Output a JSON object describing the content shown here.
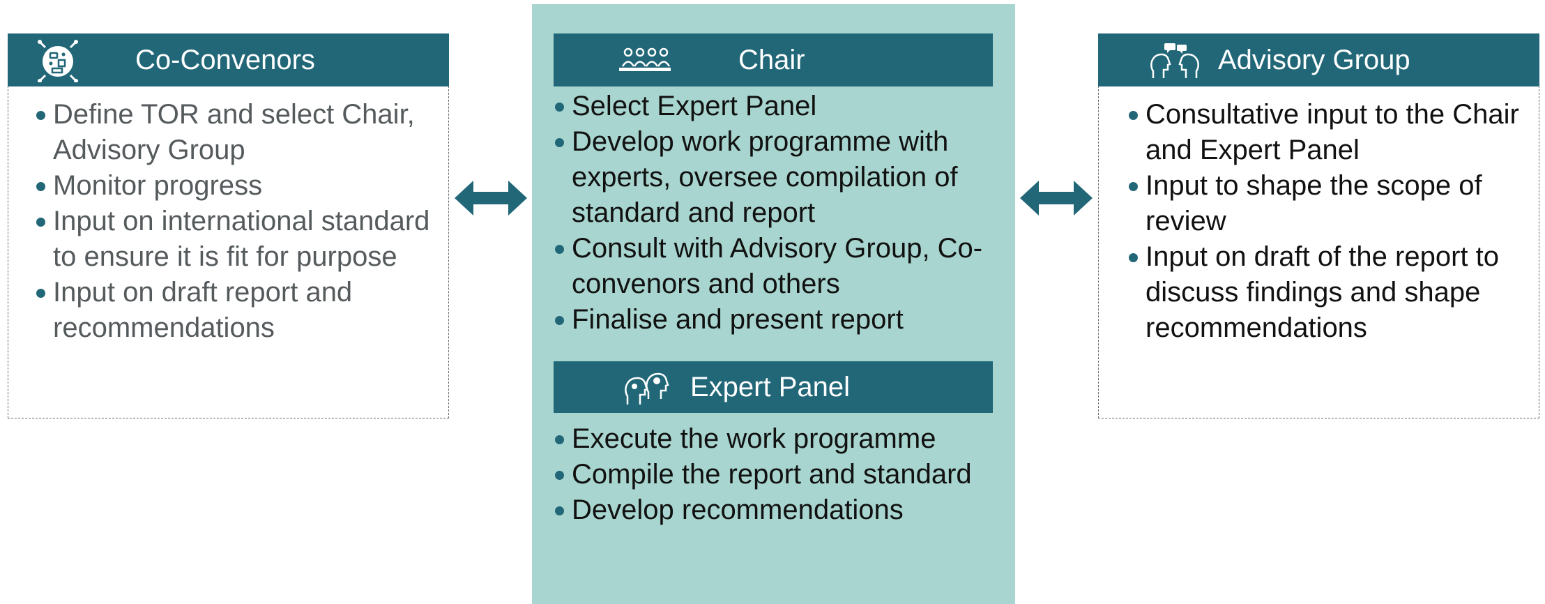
{
  "colors": {
    "header_bg": "#216778",
    "center_panel_bg": "#a8d5cf",
    "bullet": "#216778",
    "arrow": "#216778"
  },
  "co_convenors": {
    "icon": "circuit-board-icon",
    "title": "Co-Convenors",
    "items": [
      "Define TOR and select Chair, Advisory Group",
      "Monitor progress",
      "Input on international standard to ensure it is fit for purpose",
      "Input on draft report and recommendations"
    ]
  },
  "chair": {
    "icon": "people-group-icon",
    "title": "Chair",
    "items": [
      "Select Expert Panel",
      "Develop work programme with experts, oversee compilation of standard and report",
      "Consult with Advisory Group, Co-convenors and others",
      "Finalise and present report"
    ]
  },
  "expert_panel": {
    "icon": "thinking-heads-icon",
    "title": "Expert Panel",
    "items": [
      "Execute the work programme",
      "Compile the report and standard",
      "Develop recommendations"
    ]
  },
  "advisory_group": {
    "icon": "conversation-heads-icon",
    "title": "Advisory Group",
    "items": [
      "Consultative input to the Chair and Expert Panel",
      "Input to shape the scope of review",
      "Input on draft of the report to discuss findings and shape recommendations"
    ]
  }
}
